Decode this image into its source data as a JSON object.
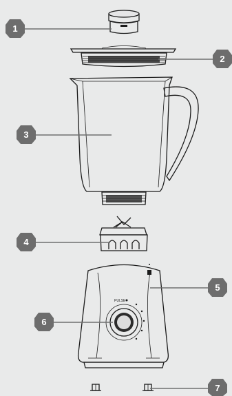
{
  "diagram": {
    "background": "#e9eaea",
    "callout_color": "#6d6d6d",
    "callouts": [
      {
        "label": "1"
      },
      {
        "label": "2"
      },
      {
        "label": "3"
      },
      {
        "label": "4"
      },
      {
        "label": "5"
      },
      {
        "label": "6"
      },
      {
        "label": "7"
      }
    ],
    "parts": [
      {
        "icon": "measuring-cap-icon"
      },
      {
        "icon": "lid-icon"
      },
      {
        "icon": "jug-icon"
      },
      {
        "icon": "blade-assembly-icon"
      },
      {
        "icon": "motor-base-icon"
      },
      {
        "icon": "speed-dial-icon"
      },
      {
        "icon": "feet-icon"
      }
    ]
  }
}
